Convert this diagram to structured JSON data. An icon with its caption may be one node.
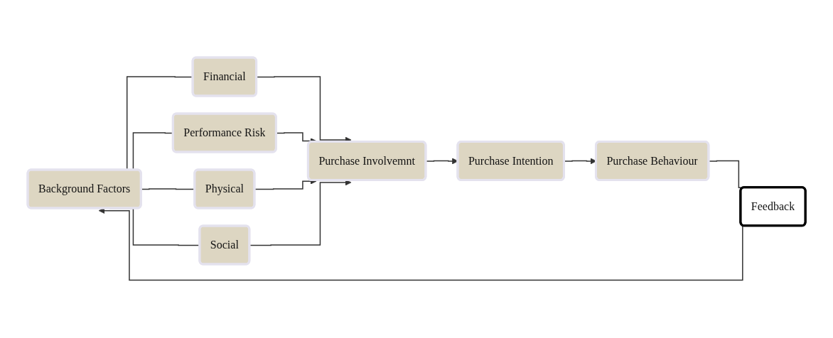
{
  "diagram": {
    "nodes": [
      {
        "text": [
          "Background Factors"
        ]
      },
      {
        "text": [
          "Financial"
        ]
      },
      {
        "text": [
          "Performance Risk"
        ]
      },
      {
        "text": [
          "Physical"
        ]
      },
      {
        "text": [
          "Social"
        ]
      },
      {
        "text": [
          "Purchase Involvemnt"
        ]
      },
      {
        "text": [
          "Purchase Intention"
        ]
      },
      {
        "text": [
          "Purchase Behaviour"
        ]
      },
      {
        "text": [
          "Feedback"
        ]
      }
    ],
    "edges": [
      {
        "from": 0,
        "to": 1,
        "arrow": "none"
      },
      {
        "from": 0,
        "to": 2,
        "arrow": "none"
      },
      {
        "from": 0,
        "to": 3,
        "arrow": "none"
      },
      {
        "from": 0,
        "to": 4,
        "arrow": "none"
      },
      {
        "from": 1,
        "to": 5,
        "arrow": "to"
      },
      {
        "from": 2,
        "to": 5,
        "arrow": "to"
      },
      {
        "from": 3,
        "to": 5,
        "arrow": "to"
      },
      {
        "from": 4,
        "to": 5,
        "arrow": "to"
      },
      {
        "from": 5,
        "to": 6,
        "arrow": "to"
      },
      {
        "from": 6,
        "to": 7,
        "arrow": "to"
      },
      {
        "from": 7,
        "to": 8,
        "arrow": "none"
      },
      {
        "from": 8,
        "to": 0,
        "arrow": "to"
      }
    ]
  }
}
